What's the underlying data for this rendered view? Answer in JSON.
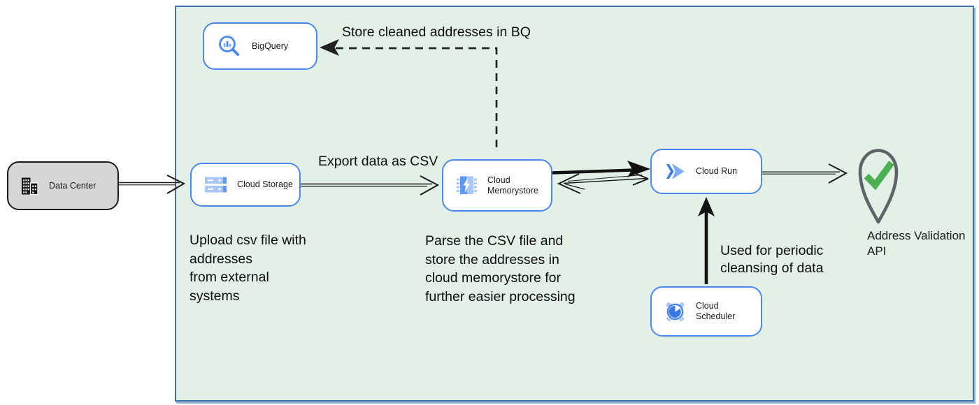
{
  "nodes": {
    "data_center": {
      "label": "Data Center",
      "icon": "building-icon"
    },
    "bigquery": {
      "label": "BigQuery",
      "icon": "bigquery-magnifier-icon"
    },
    "cloud_storage": {
      "label": "Cloud Storage",
      "icon": "cloud-storage-icon"
    },
    "cloud_memorystore": {
      "label": "Cloud Memorystore",
      "icon": "memorystore-chip-icon"
    },
    "cloud_run": {
      "label": "Cloud Run",
      "icon": "cloud-run-icon"
    },
    "cloud_scheduler": {
      "label": "Cloud Scheduler",
      "icon": "alarm-clock-icon"
    },
    "address_validation_api": {
      "label": "Address Validation\nAPI",
      "icon": "map-pin-check-icon"
    }
  },
  "edge_labels": {
    "store_bq": "Store cleaned addresses in BQ",
    "export_csv": "Export data as CSV",
    "periodic": "Used for periodic\ncleansing of data"
  },
  "notes": {
    "upload_note": "Upload csv file with\naddresses\nfrom external\nsystems",
    "parse_note": "Parse the CSV file and\nstore the addresses in\ncloud  memorystore for\nfurther easier processing"
  },
  "colors": {
    "boundary_fill": "#e2f0e6",
    "boundary_border": "#3e74ac",
    "node_border_blue": "#4b87f0",
    "node_fill": "#ffffff",
    "data_center_fill": "#d6d6d6",
    "arrow_black": "#1a1a1a",
    "check_green": "#4caf50",
    "pin_gray": "#5f6368",
    "icon_blue": "#4b87f0",
    "icon_blue_mid": "#5e97f6",
    "icon_blue_light": "#a9c6fb"
  }
}
